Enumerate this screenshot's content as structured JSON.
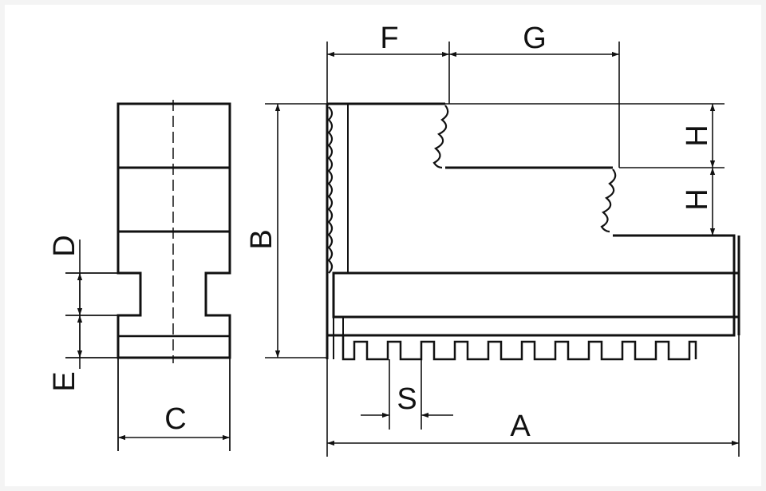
{
  "colors": {
    "line": "#111111",
    "paper": "#ffffff",
    "border": "#f4f4f4"
  },
  "dimensions": {
    "A": "A",
    "B": "B",
    "C": "C",
    "D": "D",
    "E": "E",
    "F": "F",
    "G": "G",
    "H_upper": "H",
    "H_lower": "H",
    "S": "S"
  }
}
